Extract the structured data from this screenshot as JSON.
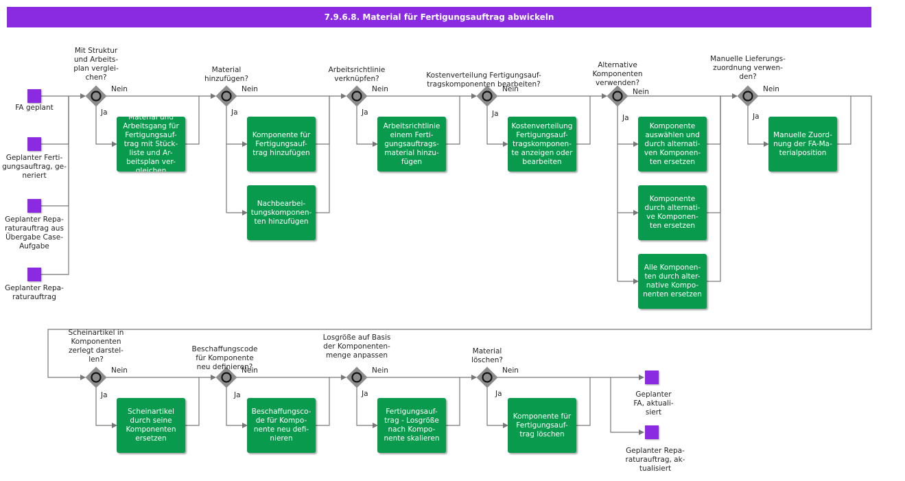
{
  "title": "7.9.6.8. Material für Fertigungsauftrag abwickeln",
  "yes": "Ja",
  "no": "Nein",
  "events": [
    {
      "id": "e1",
      "label": "FA geplant"
    },
    {
      "id": "e2",
      "label": "Geplanter Ferti-\ngungsauftrag, ge-\nneriert"
    },
    {
      "id": "e3",
      "label": "Geplanter Repa-\nraturauftrag aus\nÜbergabe Case-\nAufgabe"
    },
    {
      "id": "e4",
      "label": "Geplanter Repa-\nraturauftrag"
    },
    {
      "id": "e5",
      "label": "Geplanter\nFA, aktuali-\nsiert"
    },
    {
      "id": "e6",
      "label": "Geplanter Repa-\nraturauftrag, ak-\ntualisiert"
    }
  ],
  "gateways": [
    {
      "id": "g1",
      "question": "Mit Struktur\nund Arbeits-\nplan verglei-\nchen?"
    },
    {
      "id": "g2",
      "question": "Material\nhinzufügen?"
    },
    {
      "id": "g3",
      "question": "Arbeitsrichtlinie\nverknüpfen?"
    },
    {
      "id": "g4",
      "question": "Kostenverteilung Fertigungsauf-\ntragskomponenten bearbeiten?"
    },
    {
      "id": "g5",
      "question": "Alternative\nKomponenten\nverwenden?"
    },
    {
      "id": "g6",
      "question": "Manuelle Lieferungs-\nzuordnung verwen-\nden?"
    },
    {
      "id": "g7",
      "question": "Scheinartikel in\nKomponenten\nzerlegt darstel-\nlen?"
    },
    {
      "id": "g8",
      "question": "Beschaffungscode\nfür Komponente\nneu definieren?"
    },
    {
      "id": "g9",
      "question": "Losgröße auf Basis\nder Komponenten-\nmenge anpassen"
    },
    {
      "id": "g10",
      "question": "Material\nlöschen?"
    }
  ],
  "tasks": [
    {
      "id": "t1",
      "label": "Material und\nArbeitsgang für\nFertigungsauf-\ntrag mit Stück-\nliste und Ar-\nbeitsplan ver-\ngleichen"
    },
    {
      "id": "t2",
      "label": "Komponente für\nFertigungsauf-\ntrag hinzufügen"
    },
    {
      "id": "t3",
      "label": "Nachbearbei-\ntungskomponen-\nten hinzufügen"
    },
    {
      "id": "t4",
      "label": "Arbeitsrichtlinie\neinem Ferti-\ngungsauftrags-\nmaterial hinzu-\nfügen"
    },
    {
      "id": "t5",
      "label": "Kostenverteilung\nFertigungsauf-\ntragskomponen-\nte anzeigen oder\nbearbeiten"
    },
    {
      "id": "t6",
      "label": "Komponente\nauswählen und\ndurch alternati-\nven Komponen-\nten ersetzen"
    },
    {
      "id": "t7",
      "label": "Komponente\ndurch alternati-\nve Komponen-\nten ersetzen"
    },
    {
      "id": "t8",
      "label": "Alle Komponen-\nten durch alter-\nnative Kompo-\nnenten ersetzen"
    },
    {
      "id": "t9",
      "label": "Manuelle Zuord-\nnung der FA-Ma-\nterialposition"
    },
    {
      "id": "t10",
      "label": "Scheinartikel\ndurch seine\nKomponenten\nersetzen"
    },
    {
      "id": "t11",
      "label": "Beschaffungsco-\nde für Kompo-\nnente neu defi-\nnieren"
    },
    {
      "id": "t12",
      "label": "Fertigungsauf-\ntrag - Losgröße\nnach Kompo-\nnente skalieren"
    },
    {
      "id": "t13",
      "label": "Komponente für\nFertigungsauf-\ntrag löschen"
    }
  ],
  "colors": {
    "title": "#8a2be2",
    "task": "#0a9a4d",
    "event": "#8a2be2",
    "gateway": "#8c8c8c",
    "line": "#777777"
  }
}
